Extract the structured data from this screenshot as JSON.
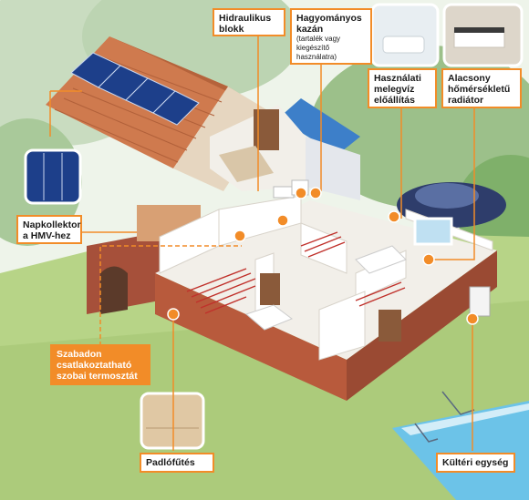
{
  "labels": {
    "hydraulic_block": [
      "Hidraulikus",
      "blokk"
    ],
    "traditional_boiler": {
      "title": [
        "Hagyományos",
        "kazán"
      ],
      "note": [
        "(tartalék vagy",
        "kiegészítő",
        "használatra)"
      ]
    },
    "hot_water": [
      "Használati",
      "melegvíz",
      "előállítás"
    ],
    "low_temp_radiator": [
      "Alacsony",
      "hőmérsékletű",
      "radiátor"
    ],
    "solar_collector": [
      "Napkollektor",
      "a HMV-hez"
    ],
    "room_thermostat": [
      "Szabadon",
      "csatlakoztatható",
      "szobai termosztát"
    ],
    "floor_heating": "Padlófűtés",
    "outdoor_unit": "Kültéri egység"
  },
  "colors": {
    "accent_orange": "#f28c28",
    "roof_tile": "#cf7a4e",
    "wall_white": "#f2efe9",
    "brick": "#a6503a",
    "grass": "#9fc46b",
    "pool": "#6cc3e8",
    "solar_panel": "#1d3f8a",
    "floor_pipe": "#c0312b"
  }
}
